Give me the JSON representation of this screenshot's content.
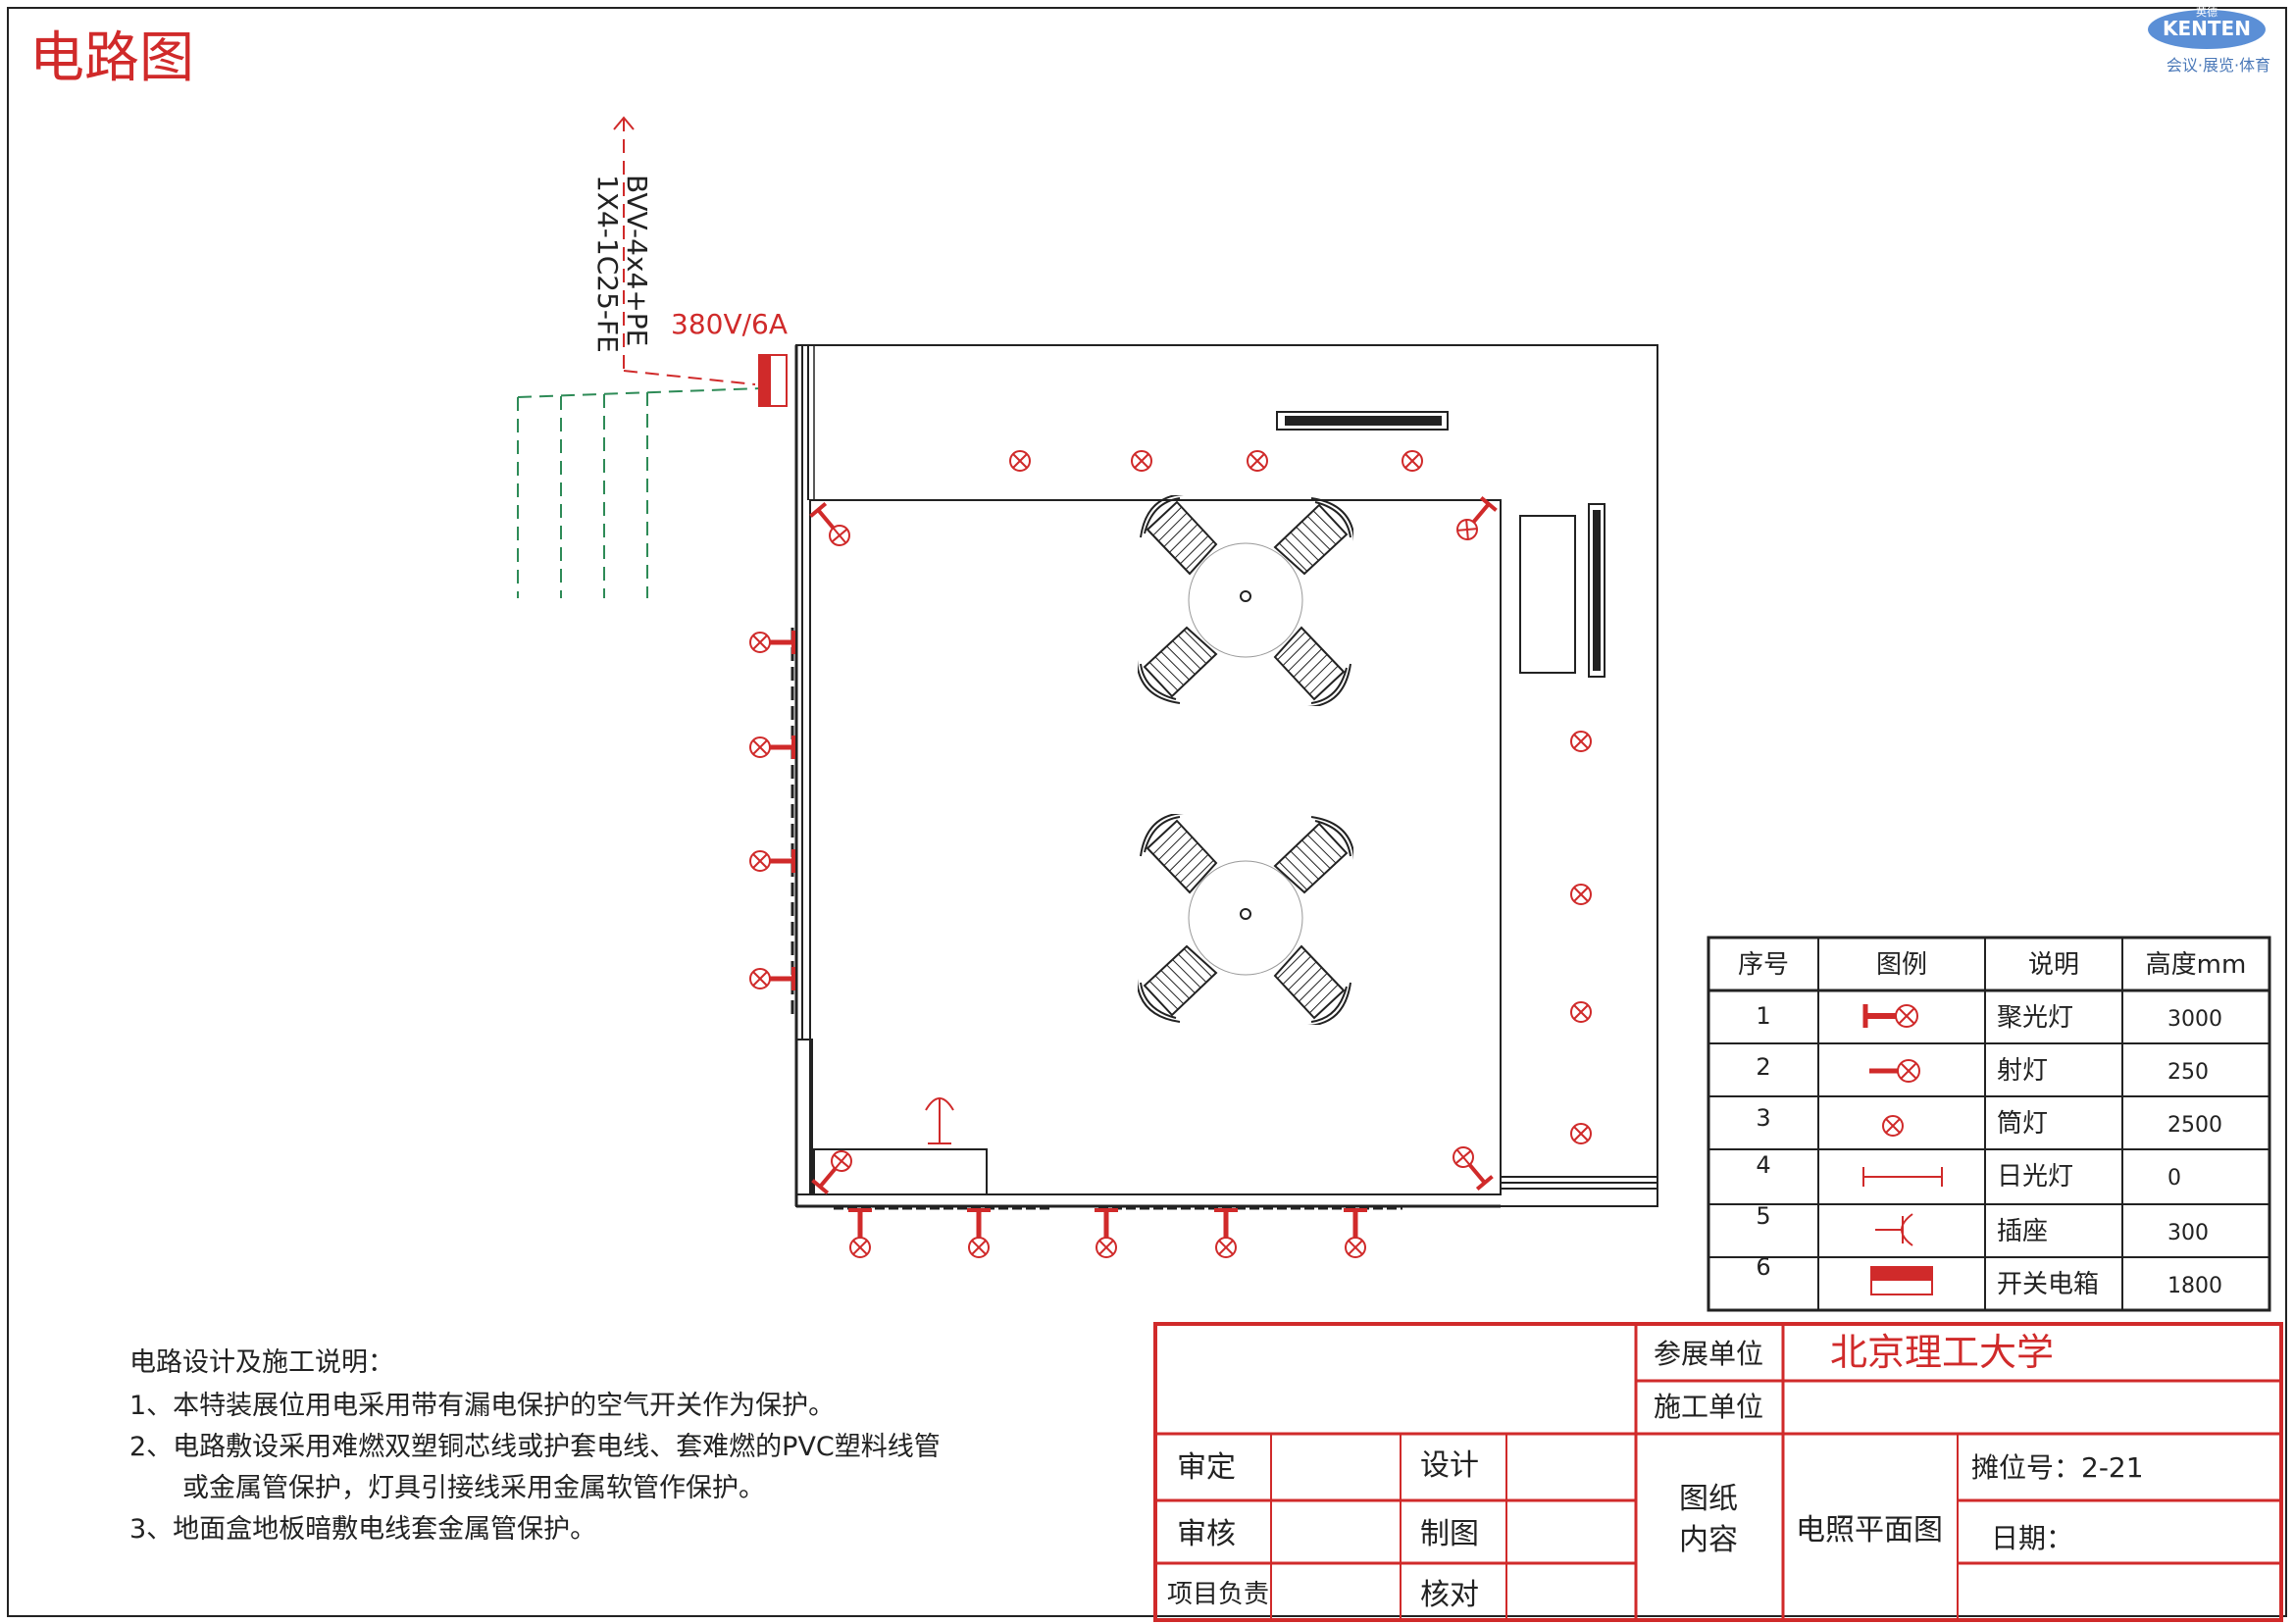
{
  "page_title": "电路图",
  "logo": {
    "text": "KENTEN",
    "small_top": "英德",
    "subtitle": "会议·展览·体育"
  },
  "cable": {
    "spec_line1": "BVV-4x4+PE",
    "spec_line2": "1X4-1C25-FE",
    "power": "380V/6A"
  },
  "legend": {
    "headers": [
      "序号",
      "图例",
      "说明",
      "高度mm"
    ],
    "rows": [
      {
        "no": "1",
        "icon": "spotlight-icon",
        "desc": "聚光灯",
        "height": "3000"
      },
      {
        "no": "2",
        "icon": "projector-light-icon",
        "desc": "射灯",
        "height": "250"
      },
      {
        "no": "3",
        "icon": "downlight-icon",
        "desc": "筒灯",
        "height": "2500"
      },
      {
        "no": "4",
        "icon": "fluorescent-icon",
        "desc": "日光灯",
        "height": "0"
      },
      {
        "no": "5",
        "icon": "socket-icon",
        "desc": "插座",
        "height": "300"
      },
      {
        "no": "6",
        "icon": "switch-box-icon",
        "desc": "开关电箱",
        "height": "1800"
      }
    ]
  },
  "notes": {
    "title": "电路设计及施工说明：",
    "lines": [
      "1、本特装展位用电采用带有漏电保护的空气开关作为保护。",
      "2、电路敷设采用难燃双塑铜芯线或护套电线、套难燃的PVC塑料线管",
      "或金属管保护，灯具引接线采用金属软管作保护。",
      "3、地面盒地板暗敷电线套金属管保护。"
    ]
  },
  "title_block": {
    "exhibitor_label": "参展单位",
    "exhibitor_value": "北京理工大学",
    "contractor_label": "施工单位",
    "contractor_value": "",
    "review_label": "审定",
    "design_label": "设计",
    "audit_label": "审核",
    "draw_label": "制图",
    "pm_label": "项目负责",
    "check_label": "核对",
    "drawing_content_label1": "图纸",
    "drawing_content_label2": "内容",
    "drawing_name": "电照平面图",
    "booth_no": "摊位号：2-21",
    "date_label": "日期："
  },
  "colors": {
    "red": "#d02a2a",
    "green": "#2e8b57",
    "black": "#222222"
  }
}
